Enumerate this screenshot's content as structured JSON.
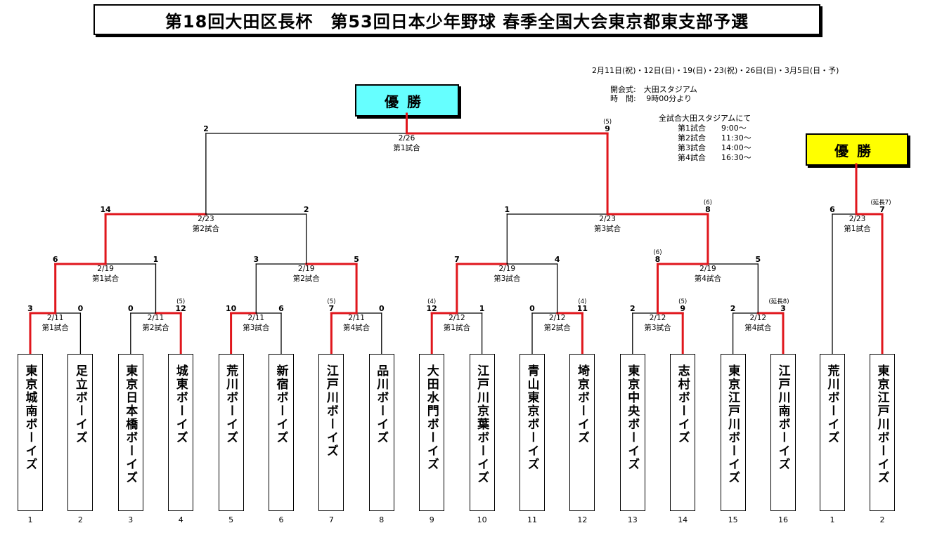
{
  "title": "第18回大田区長杯　第53回日本少年野球 春季全国大会東京都東支部予選",
  "info": {
    "dates": "2月11日(祝)・12日(日)・19(日)・23(祝)・26日(日)・3月5日(日・予)",
    "opening": "開会式:　大田スタジアム",
    "time": "時　間:　 9時00分より",
    "venue": "全試合大田スタジアムにて",
    "schedule": [
      "第1試合　　9:00～",
      "第2試合　　11:30～",
      "第3試合　　14:00～",
      "第4試合　　16:30～"
    ]
  },
  "champion_label": "優勝",
  "champion_label2": "優勝",
  "colors": {
    "win_line": "#e0161c",
    "main_winner_bg": "#66ffff",
    "second_winner_bg": "#ffff00"
  },
  "teams": [
    {
      "name": "東京城南ボーイズ",
      "seed": "1"
    },
    {
      "name": "足立ボーイズ",
      "seed": "2"
    },
    {
      "name": "東京日本橋ボーイズ",
      "seed": "3"
    },
    {
      "name": "城東ボーイズ",
      "seed": "4"
    },
    {
      "name": "荒川ボーイズ",
      "seed": "5"
    },
    {
      "name": "新宿ボーイズ",
      "seed": "6"
    },
    {
      "name": "江戸川ボーイズ",
      "seed": "7"
    },
    {
      "name": "品川ボーイズ",
      "seed": "8"
    },
    {
      "name": "大田水門ボーイズ",
      "seed": "9"
    },
    {
      "name": "江戸川京葉ボーイズ",
      "seed": "10"
    },
    {
      "name": "青山東京ボーイズ",
      "seed": "11"
    },
    {
      "name": "埼京ボーイズ",
      "seed": "12"
    },
    {
      "name": "東京中央ボーイズ",
      "seed": "13"
    },
    {
      "name": "志村ボーイズ",
      "seed": "14"
    },
    {
      "name": "東京江戸川ボーイズ",
      "seed": "15"
    },
    {
      "name": "江戸川南ボーイズ",
      "seed": "16"
    }
  ],
  "teams2": [
    {
      "name": "荒川ボーイズ",
      "seed": "1"
    },
    {
      "name": "東京江戸川ボーイズ",
      "seed": "2"
    }
  ],
  "matches": [
    {
      "id": "r1m1",
      "a": "t0",
      "b": "t1",
      "sa": "3",
      "sb": "0",
      "na": "",
      "nb": "",
      "winner": 0,
      "date": "2/11",
      "game": "第1試合"
    },
    {
      "id": "r1m2",
      "a": "t2",
      "b": "t3",
      "sa": "0",
      "sb": "12",
      "na": "",
      "nb": "(5)",
      "winner": 1,
      "date": "2/11",
      "game": "第2試合"
    },
    {
      "id": "r1m3",
      "a": "t4",
      "b": "t5",
      "sa": "10",
      "sb": "6",
      "na": "",
      "nb": "",
      "winner": 0,
      "date": "2/11",
      "game": "第3試合"
    },
    {
      "id": "r1m4",
      "a": "t6",
      "b": "t7",
      "sa": "7",
      "sb": "0",
      "na": "(5)",
      "nb": "",
      "winner": 0,
      "date": "2/11",
      "game": "第4試合"
    },
    {
      "id": "r1m5",
      "a": "t8",
      "b": "t9",
      "sa": "12",
      "sb": "1",
      "na": "(4)",
      "nb": "",
      "winner": 0,
      "date": "2/12",
      "game": "第1試合"
    },
    {
      "id": "r1m6",
      "a": "t10",
      "b": "t11",
      "sa": "0",
      "sb": "11",
      "na": "",
      "nb": "(4)",
      "winner": 1,
      "date": "2/12",
      "game": "第2試合"
    },
    {
      "id": "r1m7",
      "a": "t12",
      "b": "t13",
      "sa": "2",
      "sb": "9",
      "na": "",
      "nb": "(5)",
      "winner": 1,
      "date": "2/12",
      "game": "第3試合"
    },
    {
      "id": "r1m8",
      "a": "t14",
      "b": "t15",
      "sa": "2",
      "sb": "3",
      "na": "",
      "nb": "(延長8)",
      "winner": 1,
      "date": "2/12",
      "game": "第4試合"
    },
    {
      "id": "r2m1",
      "a": "r1m1",
      "b": "r1m2",
      "sa": "6",
      "sb": "1",
      "na": "",
      "nb": "",
      "winner": 0,
      "date": "2/19",
      "game": "第1試合"
    },
    {
      "id": "r2m2",
      "a": "r1m3",
      "b": "r1m4",
      "sa": "3",
      "sb": "5",
      "na": "",
      "nb": "",
      "winner": 1,
      "date": "2/19",
      "game": "第2試合"
    },
    {
      "id": "r2m3",
      "a": "r1m5",
      "b": "r1m6",
      "sa": "7",
      "sb": "4",
      "na": "",
      "nb": "",
      "winner": 0,
      "date": "2/19",
      "game": "第3試合"
    },
    {
      "id": "r2m4",
      "a": "r1m7",
      "b": "r1m8",
      "sa": "8",
      "sb": "5",
      "na": "(6)",
      "nb": "",
      "winner": 0,
      "date": "2/19",
      "game": "第4試合"
    },
    {
      "id": "r3m1",
      "a": "r2m1",
      "b": "r2m2",
      "sa": "14",
      "sb": "2",
      "na": "",
      "nb": "",
      "winner": 0,
      "date": "2/23",
      "game": "第2試合"
    },
    {
      "id": "r3m2",
      "a": "r2m3",
      "b": "r2m4",
      "sa": "1",
      "sb": "8",
      "na": "",
      "nb": "(6)",
      "winner": 1,
      "date": "2/23",
      "game": "第3試合"
    },
    {
      "id": "final",
      "a": "r3m1",
      "b": "r3m2",
      "sa": "2",
      "sb": "9",
      "na": "",
      "nb": "(5)",
      "winner": 1,
      "date": "2/26",
      "game": "第1試合"
    }
  ],
  "final2": {
    "sa": "6",
    "sb": "7",
    "na": "",
    "nb": "(延長7)",
    "winner": 1,
    "date": "2/23",
    "game": "第1試合"
  }
}
